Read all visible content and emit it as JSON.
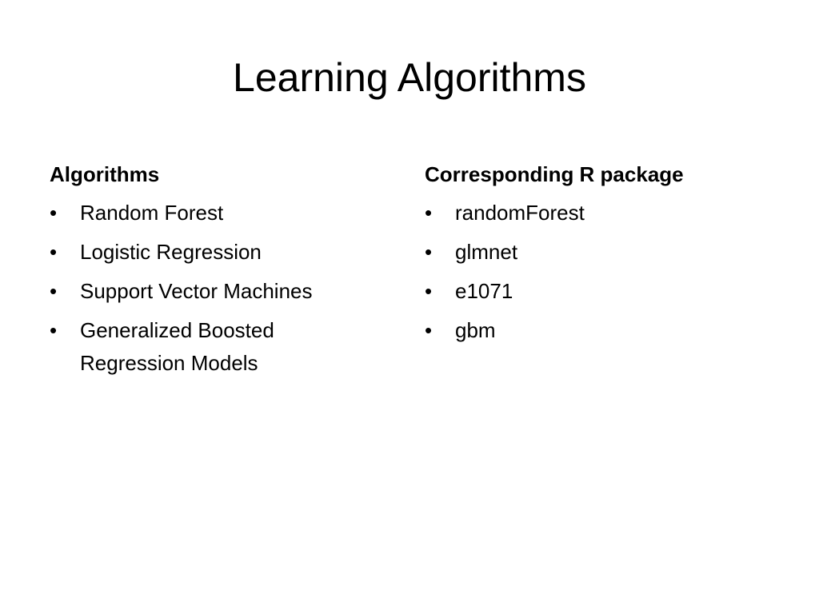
{
  "slide": {
    "title": "Learning Algorithms",
    "left_column": {
      "heading": "Algorithms",
      "items": [
        "Random Forest",
        "Logistic Regression",
        "Support Vector Machines",
        "Generalized Boosted Regression Models"
      ]
    },
    "right_column": {
      "heading": "Corresponding R package",
      "items": [
        "randomForest",
        "glmnet",
        "e1071",
        "gbm"
      ]
    },
    "bullet_glyph": "•"
  }
}
